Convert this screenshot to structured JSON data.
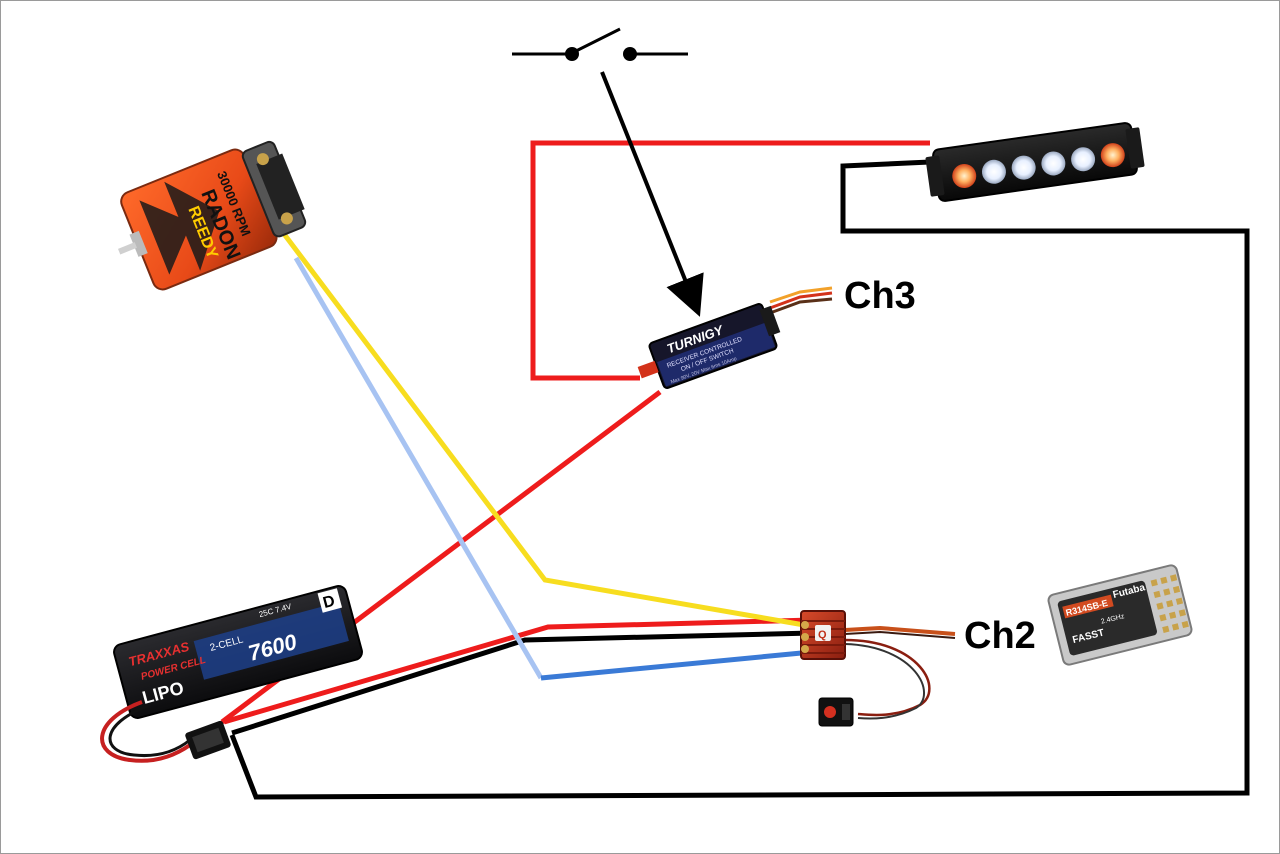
{
  "labels": {
    "ch3": "Ch3",
    "ch2": "Ch2"
  },
  "motor": {
    "brand": "REEDY",
    "model": "RADON",
    "rpm": "30000 RPM"
  },
  "switch_module": {
    "brand": "TURNIGY",
    "line1": "RECEIVER CONTROLLED",
    "line2": "ON / OFF SWITCH",
    "line3": "Max 90V, 20V  Max 6ms  10Amp"
  },
  "battery": {
    "brand": "TRAXXAS",
    "series": "POWER CELL",
    "chem": "LIPO",
    "cells": "2-CELL",
    "capacity": "7600",
    "rating": "25C  7.4V"
  },
  "receiver": {
    "brand": "Futaba",
    "model": "R314SB-E",
    "band": "2.4GHz",
    "tech": "FASST"
  },
  "colors": {
    "red_wire": "#ee1c1c",
    "black_wire": "#000000",
    "yellow_wire": "#f7dd1f",
    "blue_wire": "#3a7ad6",
    "light_blue_wire": "#a7c3f2",
    "orange_wire": "#c8501a",
    "esc_body": "#c0321a"
  }
}
